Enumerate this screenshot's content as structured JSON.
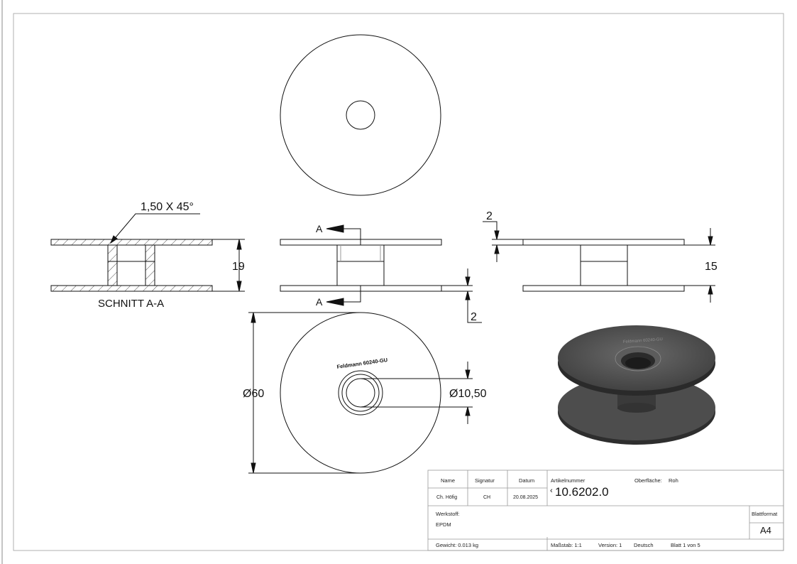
{
  "drawing": {
    "chamfer_note": "1,50 X 45°",
    "section_height": "19",
    "section_title": "SCHNITT A-A",
    "cut_label_top": "A",
    "cut_label_bottom": "A",
    "flange_thickness_bottom": "2",
    "flange_thickness_top": "2",
    "side_height": "15",
    "outer_diameter": "60",
    "hole_diameter": "10,50",
    "engraving": "Feldmann 60240-GU",
    "iso_engraving": "Feldmann 60240-GU"
  },
  "title_block": {
    "h_name": "Name",
    "h_signatur": "Signatur",
    "h_datum": "Datum",
    "name": "Ch. Höfig",
    "signatur": "CH",
    "datum": "20.08.2025",
    "artikel_label": "Artikelnummer",
    "artikel_nummer": "10.6202.0",
    "artikel_prefix": "‹",
    "oberflaeche_label": "Oberfläche:",
    "oberflaeche": "Roh",
    "werkstoff_label": "Werkstoff:",
    "werkstoff": "EPDM",
    "blattformat_label": "Blattformat",
    "blattformat": "A4",
    "gewicht": "Gewicht: 0.013 kg",
    "massstab": "Maßstab: 1:1",
    "version": "Version: 1",
    "sprache": "Deutsch",
    "blatt": "Blatt 1 von 5"
  }
}
